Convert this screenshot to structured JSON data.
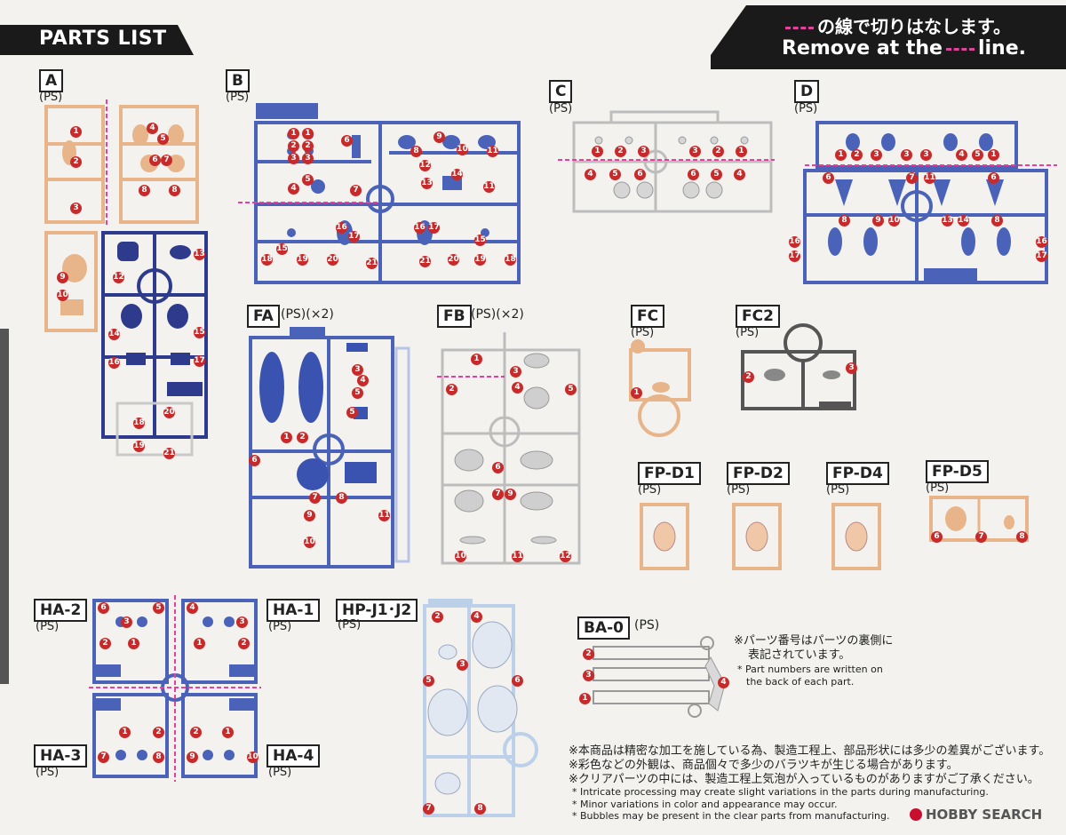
{
  "header": {
    "title": "PARTS LIST",
    "banner_jp": "の線で切りはなします。",
    "banner_en_prefix": "Remove at the",
    "banner_en_suffix": "line."
  },
  "colors": {
    "accent": "#e0439a",
    "number_badge": "#c72a2a",
    "skin": "#e8b58a",
    "navy": "#2e3a8c",
    "blue": "#4a63b8",
    "light_blue": "#9fb6e0",
    "clear": "#c9c9c9",
    "gray": "#555555"
  },
  "parts": [
    {
      "id": "A",
      "sub": "(PS)",
      "qty": ""
    },
    {
      "id": "B",
      "sub": "(PS)",
      "qty": ""
    },
    {
      "id": "C",
      "sub": "(PS)",
      "qty": ""
    },
    {
      "id": "D",
      "sub": "(PS)",
      "qty": ""
    },
    {
      "id": "FA",
      "sub": "",
      "qty": "(PS)(×2)"
    },
    {
      "id": "FB",
      "sub": "",
      "qty": "(PS)(×2)"
    },
    {
      "id": "FC",
      "sub": "(PS)",
      "qty": ""
    },
    {
      "id": "FC2",
      "sub": "(PS)",
      "qty": ""
    },
    {
      "id": "FP-D1",
      "sub": "(PS)",
      "qty": ""
    },
    {
      "id": "FP-D2",
      "sub": "(PS)",
      "qty": ""
    },
    {
      "id": "FP-D4",
      "sub": "(PS)",
      "qty": ""
    },
    {
      "id": "FP-D5",
      "sub": "(PS)",
      "qty": ""
    },
    {
      "id": "HA-2",
      "sub": "(PS)",
      "qty": ""
    },
    {
      "id": "HA-1",
      "sub": "(PS)",
      "qty": ""
    },
    {
      "id": "HP-J1･J2",
      "sub": "(PS)",
      "qty": ""
    },
    {
      "id": "BA-0",
      "sub": "",
      "qty": "(PS)"
    },
    {
      "id": "HA-3",
      "sub": "(PS)",
      "qty": ""
    },
    {
      "id": "HA-4",
      "sub": "(PS)",
      "qty": ""
    }
  ],
  "notes": {
    "part_number_jp_1": "※パーツ番号はパーツの裏側に",
    "part_number_jp_2": "表記されています。",
    "part_number_en_1": "* Part numbers are written on",
    "part_number_en_2": "the back of each part.",
    "footer_jp": [
      "※本商品は精密な加工を施している為、製造工程上、部品形状には多少の差異がございます。",
      "※彩色などの外観は、商品個々で多少のバラツキが生じる場合があります。",
      "※クリアパーツの中には、製造工程上気泡が入っているものがありますがご了承ください。"
    ],
    "footer_en": [
      "* Intricate processing may create slight variations in the parts during manufacturing.",
      "* Minor variations in color and appearance may occur.",
      "* Bubbles may be present in the clear parts from manufacturing."
    ]
  },
  "watermark": "HOBBY SEARCH"
}
